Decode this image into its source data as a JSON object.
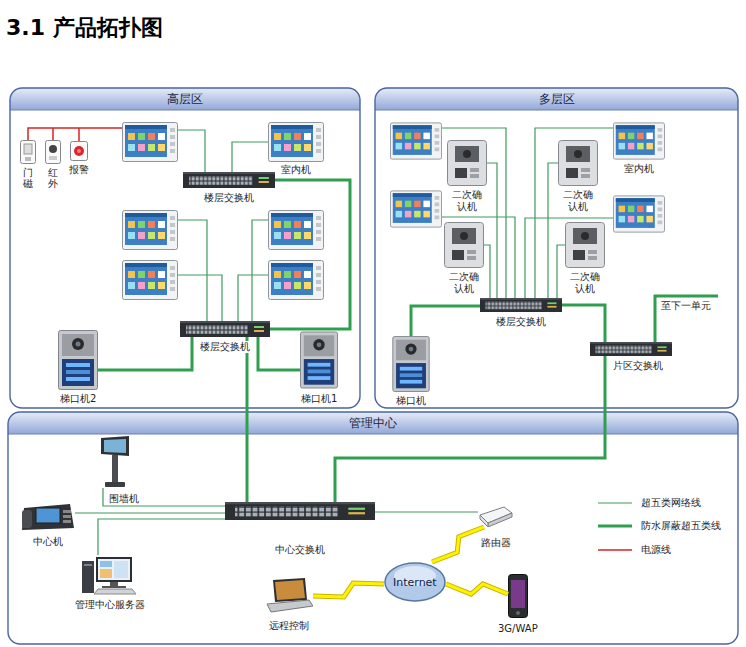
{
  "diagram": {
    "title": "3.1 产品拓扑图",
    "nodes": [
      {
        "text": [
          "高层区"
        ]
      },
      {
        "text": [
          "门磁"
        ],
        "in": 0
      },
      {
        "text": [
          "红外"
        ],
        "in": 0
      },
      {
        "text": [
          "报警"
        ],
        "in": 0
      },
      {
        "text": [
          "室内机"
        ],
        "in": 0
      },
      {
        "text": [
          "楼层交换机"
        ],
        "in": 0
      },
      {
        "text": [
          "楼层交换机"
        ],
        "in": 0
      },
      {
        "text": [
          "梯口机2"
        ],
        "in": 0
      },
      {
        "text": [
          "梯口机1"
        ],
        "in": 0
      },
      {
        "text": [
          "多层区"
        ]
      },
      {
        "text": [
          "室内机"
        ],
        "in": 9
      },
      {
        "text": [
          "二次确 认机"
        ],
        "in": 9
      },
      {
        "text": [
          "二次确 认机"
        ],
        "in": 9
      },
      {
        "text": [
          "二次确 认机"
        ],
        "in": 9
      },
      {
        "text": [
          "二次确 认机"
        ],
        "in": 9
      },
      {
        "text": [
          "楼层交换机"
        ],
        "in": 9
      },
      {
        "text": [
          "片区交换机"
        ],
        "in": 9
      },
      {
        "text": [
          "梯口机"
        ],
        "in": 9
      },
      {
        "text": [
          "管理中心"
        ]
      },
      {
        "text": [
          "围墙机"
        ],
        "in": 18
      },
      {
        "text": [
          "中心机"
        ],
        "in": 18
      },
      {
        "text": [
          "中心交换机"
        ],
        "in": 18
      },
      {
        "text": [
          "路由器"
        ],
        "in": 18
      },
      {
        "text": [
          "管理中心服务器"
        ],
        "in": 18
      },
      {
        "text": [
          "Internet"
        ],
        "in": 18
      },
      {
        "text": [
          "远程控制"
        ],
        "in": 18
      },
      {
        "text": [
          "3G/WAP"
        ],
        "in": 18
      }
    ],
    "edges": [
      {
        "from": 4,
        "to": 5,
        "arrow": "none"
      },
      {
        "from": 5,
        "to": 6,
        "arrow": "none"
      },
      {
        "from": 7,
        "to": 6,
        "arrow": "none"
      },
      {
        "from": 8,
        "to": 6,
        "arrow": "none"
      },
      {
        "from": 6,
        "to": 21,
        "arrow": "none"
      },
      {
        "from": 10,
        "to": 15,
        "arrow": "none"
      },
      {
        "from": 11,
        "to": 15,
        "arrow": "none"
      },
      {
        "from": 12,
        "to": 15,
        "arrow": "none"
      },
      {
        "from": 13,
        "to": 15,
        "arrow": "none"
      },
      {
        "from": 14,
        "to": 15,
        "arrow": "none"
      },
      {
        "from": 15,
        "to": 16,
        "arrow": "none"
      },
      {
        "from": 17,
        "to": 15,
        "arrow": "none"
      },
      {
        "from": 16,
        "to": 21,
        "arrow": "none"
      },
      {
        "from": 19,
        "to": 21,
        "arrow": "none"
      },
      {
        "from": 20,
        "to": 21,
        "arrow": "none"
      },
      {
        "from": 23,
        "to": 21,
        "arrow": "none"
      },
      {
        "from": 21,
        "to": 22,
        "arrow": "none"
      },
      {
        "from": 22,
        "to": 24,
        "arrow": "none"
      },
      {
        "from": 24,
        "to": 25,
        "arrow": "none"
      },
      {
        "from": 24,
        "to": 26,
        "arrow": "none"
      }
    ],
    "labels": [
      "至下一单元"
    ],
    "legend": [
      {
        "text": "超五类网络线"
      },
      {
        "text": "防水屏蔽超五类线"
      },
      {
        "text": "电源线"
      }
    ]
  }
}
